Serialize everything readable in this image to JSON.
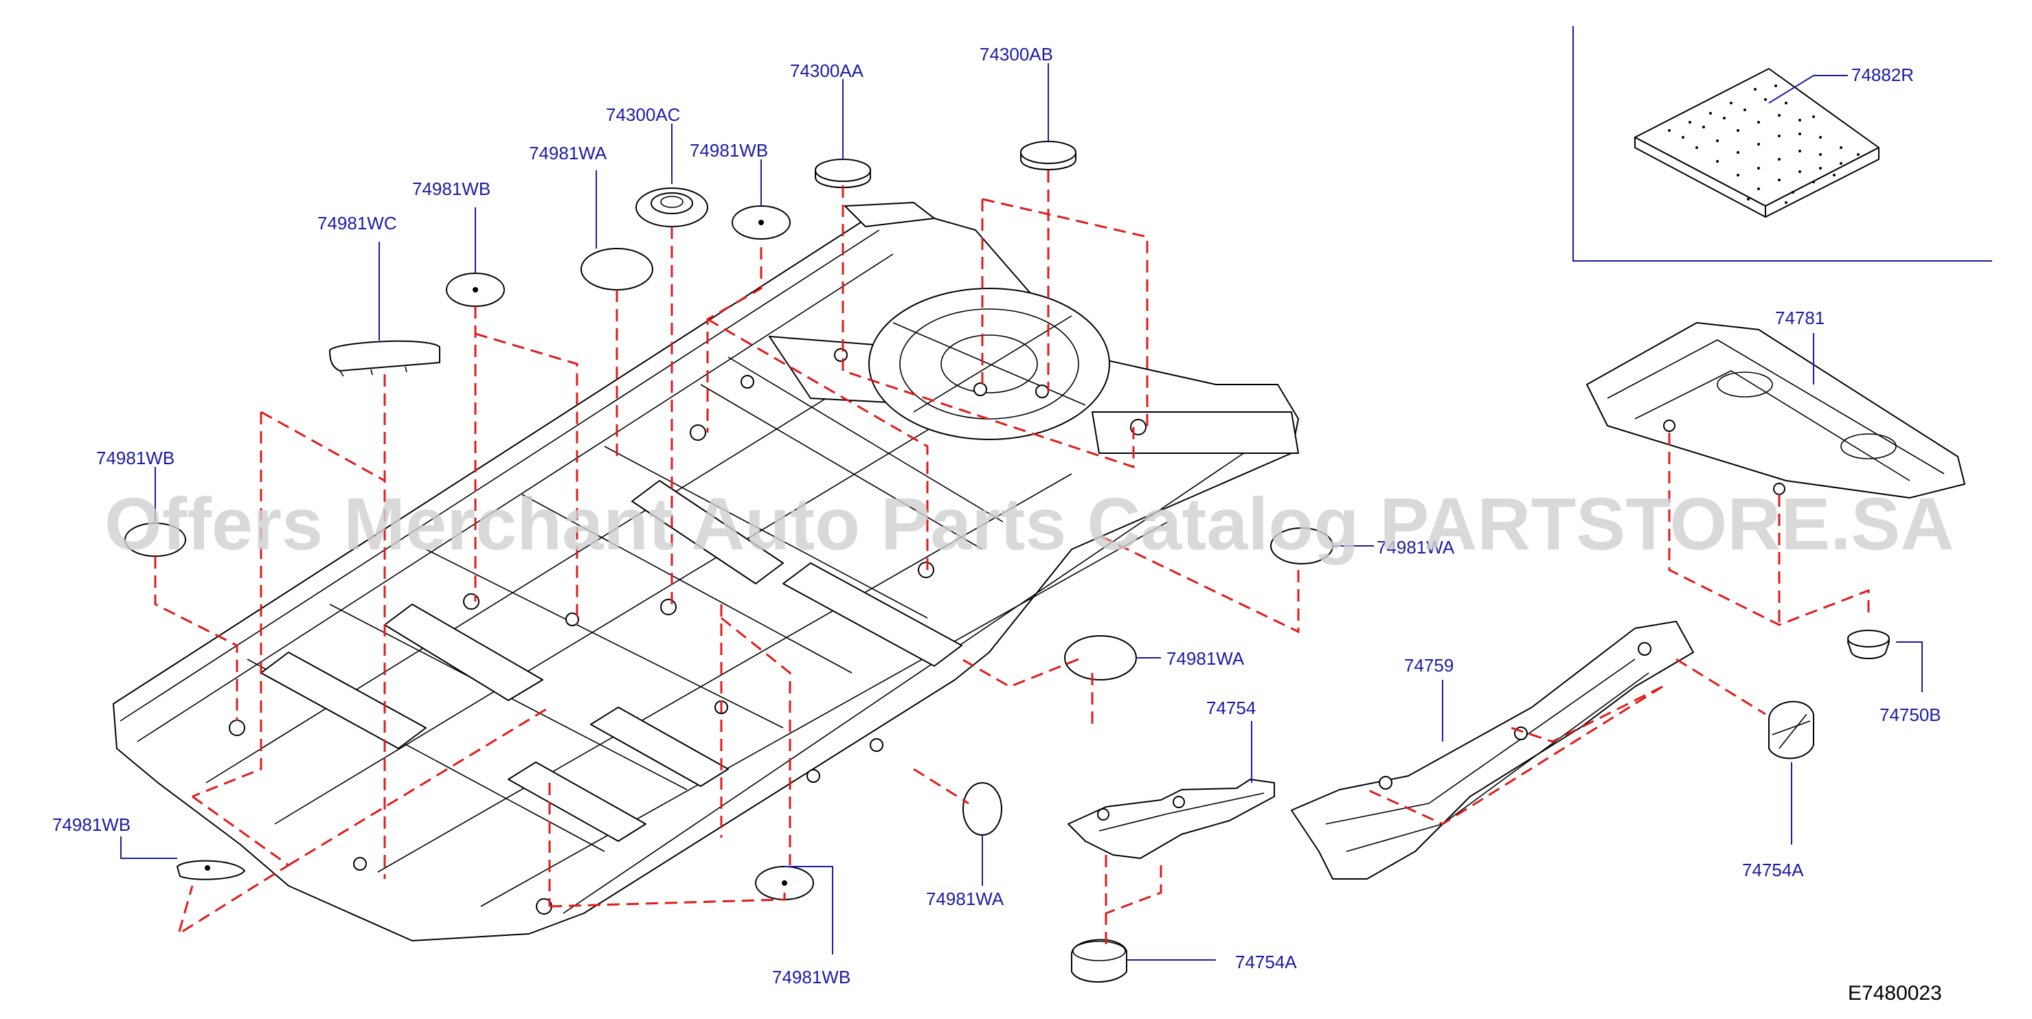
{
  "callouts": {
    "p74300AA": "74300AA",
    "p74300AB": "74300AB",
    "p74300AC": "74300AC",
    "p74981WA_top": "74981WA",
    "p74981WB_top1": "74981WB",
    "p74981WB_top2": "74981WB",
    "p74981WC": "74981WC",
    "p74981WB_left": "74981WB",
    "p74981WB_bottomleft": "74981WB",
    "p74981WB_bottom": "74981WB",
    "p74981WA_bottom": "74981WA",
    "p74981WA_mid": "74981WA",
    "p74981WA_right": "74981WA",
    "p74882R": "74882R",
    "p74781": "74781",
    "p74750B": "74750B",
    "p74759": "74759",
    "p74754": "74754",
    "p74754A_right": "74754A",
    "p74754A_bottom": "74754A"
  },
  "reference_code": "E7480023",
  "watermark": "Offers Merchant Auto Parts Catalog PARTSTORE.SA"
}
